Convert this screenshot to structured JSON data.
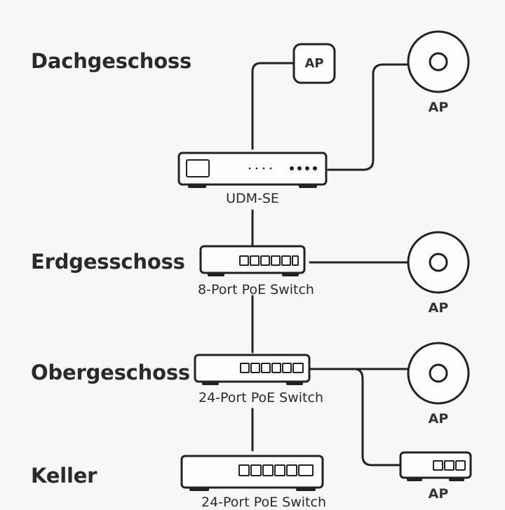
{
  "floors": {
    "attic": "Dachgeschoss",
    "ground": "Erdgesschoss",
    "upper": "Obergeschoss",
    "basement": "Keller"
  },
  "devices": {
    "gateway": "UDM-SE",
    "switch8": "8-Port PoE Switch",
    "switch24_upper": "24-Port PoE Switch",
    "switch24_basement": "24-Port PoE Switch"
  },
  "access_points": {
    "attic_wall": "AP",
    "attic_ceiling": "AP",
    "ground_ceiling": "AP",
    "upper_ceiling": "AP",
    "upper_wall": "AP"
  }
}
